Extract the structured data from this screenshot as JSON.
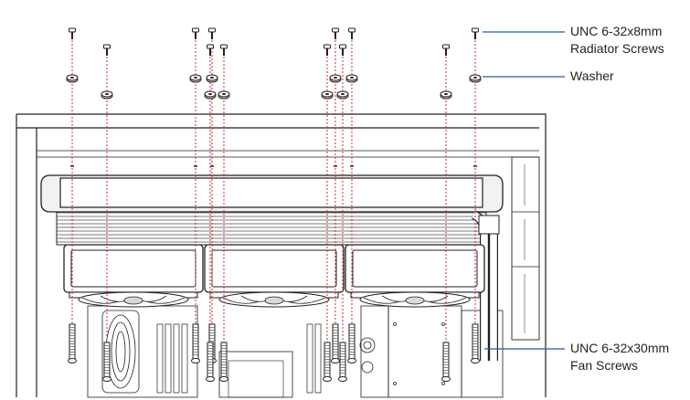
{
  "callouts": {
    "radiator_screws": {
      "line1": "UNC 6-32x8mm",
      "line2": "Radiator Screws"
    },
    "washer": {
      "line1": "Washer"
    },
    "fan_screws": {
      "line1": "UNC 6-32x30mm",
      "line2": "Fan Screws"
    }
  },
  "colors": {
    "line": "#231f20",
    "leader": "#1f5fa8",
    "guide": "#d6282b",
    "fill_light": "#f2f2f2",
    "fill_mid": "#d9d9d9"
  },
  "counts": {
    "radiator_screws": 12,
    "washers": 12,
    "fan_screws": 12,
    "fans": 3
  }
}
